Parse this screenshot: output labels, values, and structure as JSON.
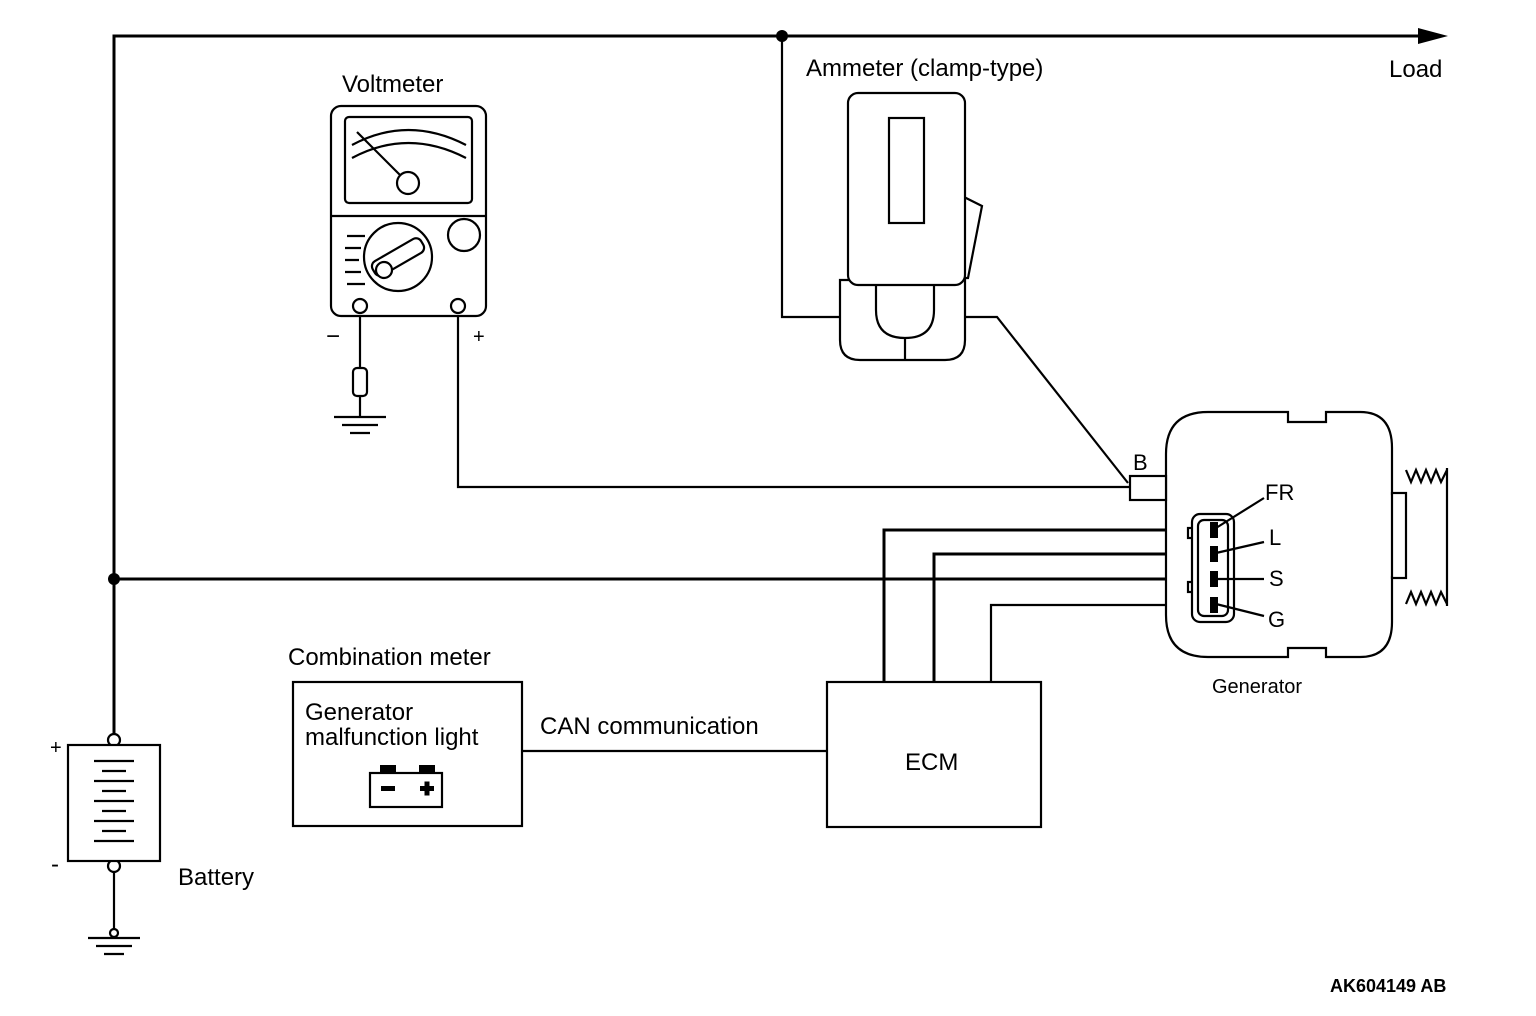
{
  "labels": {
    "load": "Load",
    "voltmeter": "Voltmeter",
    "ammeter": "Ammeter (clamp-type)",
    "combination_meter": "Combination meter",
    "malfunction_line1": "Generator",
    "malfunction_line2": "malfunction light",
    "can": "CAN communication",
    "ecm": "ECM",
    "generator": "Generator",
    "battery": "Battery",
    "terminal_b": "B",
    "pin_fr": "FR",
    "pin_l": "L",
    "pin_s": "S",
    "pin_g": "G",
    "vm_minus": "−",
    "vm_plus": "+",
    "bat_plus": "+",
    "bat_minus": "-",
    "figure_code": "AK604149 AB"
  },
  "icons": {
    "battery_lamp": "battery-warning-icon",
    "ground": "ground-icon",
    "probe": "probe-icon"
  }
}
